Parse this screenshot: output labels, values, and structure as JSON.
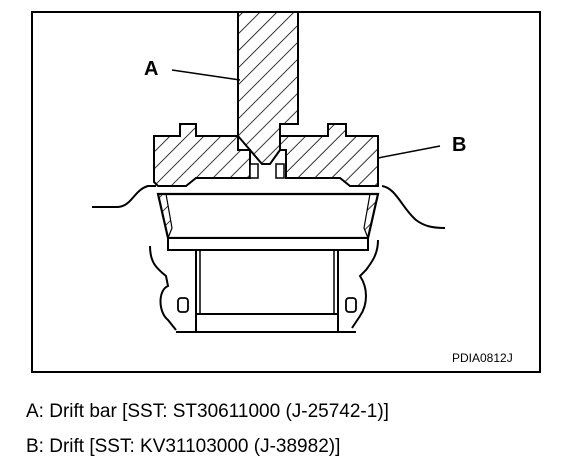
{
  "diagram": {
    "callout_a": "A",
    "callout_b": "B",
    "figure_code": "PDIA0812J"
  },
  "legend": {
    "a": "A: Drift bar [SST: ST30611000 (J-25742-1)]",
    "b": "B: Drift [SST: KV31103000 (J-38982)]"
  }
}
